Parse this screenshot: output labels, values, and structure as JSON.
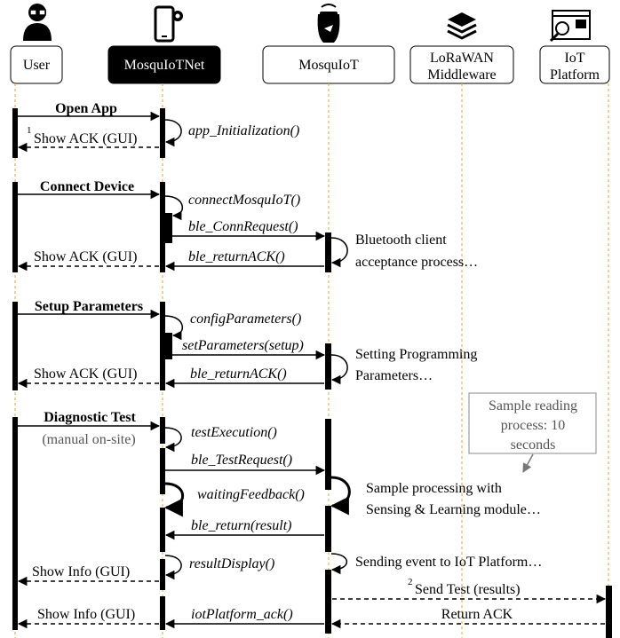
{
  "participants": [
    {
      "id": "user",
      "label_lines": [
        "User"
      ],
      "icon": "person-icon"
    },
    {
      "id": "net",
      "label_lines": [
        "MosquIoTNet"
      ],
      "icon": "smartphone-gear-icon",
      "highlight": true
    },
    {
      "id": "iot",
      "label_lines": [
        "MosquIoT"
      ],
      "icon": "mosquito-trap-icon"
    },
    {
      "id": "lora",
      "label_lines": [
        "LoRaWAN",
        "Middleware"
      ],
      "icon": "layers-icon"
    },
    {
      "id": "plat",
      "label_lines": [
        "IoT",
        "Platform"
      ],
      "icon": "dashboard-icon"
    }
  ],
  "messages": [
    {
      "id": "open-app",
      "text": "Open App",
      "bold": true
    },
    {
      "id": "ack1",
      "text": "Show ACK (GUI)",
      "superscript": "1"
    },
    {
      "id": "app-init",
      "text": "app_Initialization()"
    },
    {
      "id": "connect-device",
      "text": "Connect Device",
      "bold": true
    },
    {
      "id": "connect-mosquiot",
      "text": "connectMosquIoT()"
    },
    {
      "id": "ble-connrequest",
      "text": "ble_ConnRequest()"
    },
    {
      "id": "ack2",
      "text": "Show ACK (GUI)"
    },
    {
      "id": "ble-returnack-1",
      "text": "ble_returnACK()"
    },
    {
      "id": "setup-params",
      "text": "Setup Parameters",
      "bold": true
    },
    {
      "id": "config-params",
      "text": "configParameters()"
    },
    {
      "id": "set-params",
      "text": "setParameters(setup)"
    },
    {
      "id": "ack3",
      "text": "Show ACK (GUI)"
    },
    {
      "id": "ble-returnack-2",
      "text": "ble_returnACK()"
    },
    {
      "id": "diagnostic-test",
      "text": "Diagnostic Test",
      "bold": true
    },
    {
      "id": "test-execution",
      "text": "testExecution()"
    },
    {
      "id": "ble-testrequest",
      "text": "ble_TestRequest()"
    },
    {
      "id": "waiting-feedback",
      "text": "waitingFeedback()"
    },
    {
      "id": "ble-return-result",
      "text": "ble_return(result)"
    },
    {
      "id": "result-display",
      "text": "resultDisplay()"
    },
    {
      "id": "info1",
      "text": "Show Info (GUI)"
    },
    {
      "id": "send-test",
      "text": "Send Test (results)",
      "superscript": "2"
    },
    {
      "id": "info2",
      "text": "Show Info (GUI)"
    },
    {
      "id": "iotplatform-ack",
      "text": "iotPlatform_ack()"
    },
    {
      "id": "return-ack",
      "text": "Return ACK"
    }
  ],
  "notes": {
    "manual_onsite": "(manual on-site)",
    "bt_lines": [
      "Bluetooth client",
      "acceptance process…"
    ],
    "setting_lines": [
      "Setting Programming",
      "Parameters…"
    ],
    "sample_lines": [
      "Sample processing with",
      "Sensing & Learning module…"
    ],
    "sending_event": "Sending event to IoT Platform…",
    "callout_lines": [
      "Sample reading",
      "process: 10",
      "seconds"
    ]
  }
}
